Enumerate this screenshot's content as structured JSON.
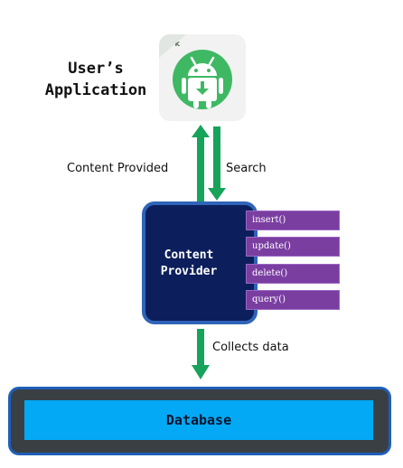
{
  "app": {
    "label_line1": "User’s",
    "label_line2": "Application",
    "apk_tag": "APK",
    "icon": "android-apk-icon"
  },
  "edges": {
    "content_provided": "Content Provided",
    "search": "Search",
    "collects_data": "Collects data"
  },
  "provider": {
    "line1": "Content",
    "line2": "Provider",
    "methods": [
      "insert()",
      "update()",
      "delete()",
      "query()"
    ]
  },
  "database": {
    "label": "Database"
  },
  "colors": {
    "arrow": "#17a35a",
    "provider_bg": "#0c1f5c",
    "method_bg": "#7a3ea1",
    "database_bg": "#03a9f4",
    "android_green": "#3fb864"
  }
}
